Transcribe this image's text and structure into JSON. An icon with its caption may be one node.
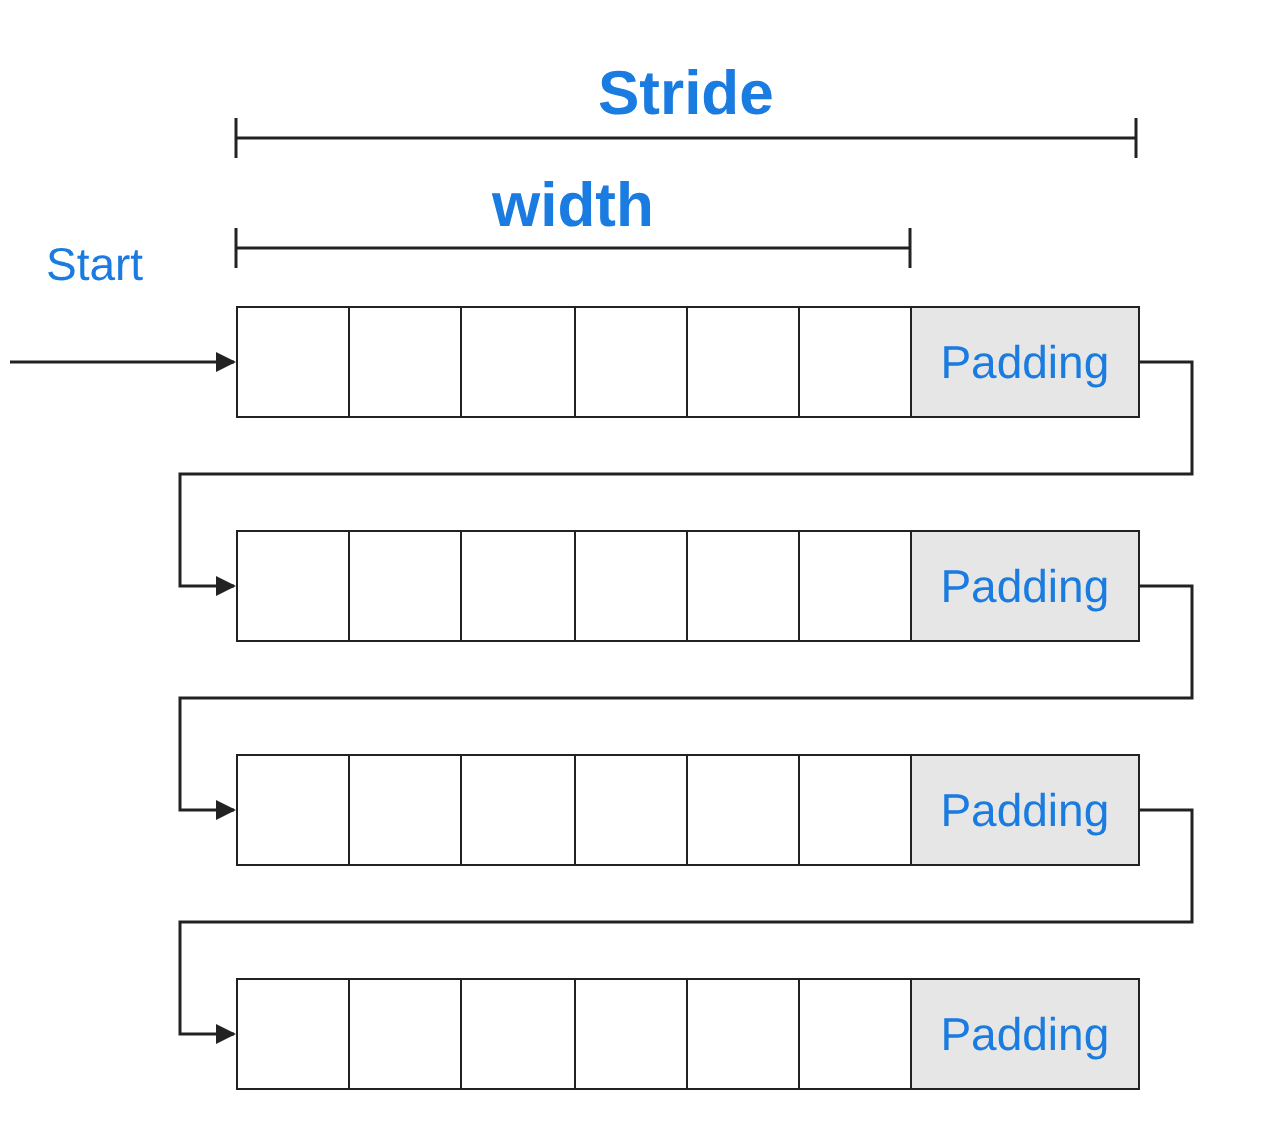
{
  "diagram": {
    "nodes": [
      {
        "text": [],
        "shape": "box"
      },
      {
        "text": [],
        "shape": "box"
      },
      {
        "text": [],
        "shape": "box"
      },
      {
        "text": [],
        "shape": "box"
      },
      {
        "text": [],
        "shape": "box"
      },
      {
        "text": [],
        "shape": "box"
      },
      {
        "text": [
          "Padding"
        ]
      },
      {
        "text": [],
        "shape": "box"
      },
      {
        "text": [],
        "shape": "box"
      },
      {
        "text": [],
        "shape": "box"
      },
      {
        "text": [],
        "shape": "box"
      },
      {
        "text": [],
        "shape": "box"
      },
      {
        "text": [],
        "shape": "box"
      },
      {
        "text": [
          "Padding"
        ]
      },
      {
        "text": [],
        "shape": "box"
      },
      {
        "text": [],
        "shape": "box"
      },
      {
        "text": [],
        "shape": "box"
      },
      {
        "text": [],
        "shape": "box"
      },
      {
        "text": [],
        "shape": "box"
      },
      {
        "text": [],
        "shape": "box"
      },
      {
        "text": [
          "Padding"
        ]
      },
      {
        "text": [],
        "shape": "box"
      },
      {
        "text": [],
        "shape": "box"
      },
      {
        "text": [],
        "shape": "box"
      },
      {
        "text": [],
        "shape": "box"
      },
      {
        "text": [],
        "shape": "box"
      },
      {
        "text": [],
        "shape": "box"
      },
      {
        "text": [
          "Padding"
        ]
      }
    ],
    "edges": [
      {
        "from": null,
        "to": 0,
        "arrow": "to",
        "label": "Start"
      },
      {
        "from": 6,
        "to": 7,
        "arrow": "to"
      },
      {
        "from": 13,
        "to": 14,
        "arrow": "to"
      },
      {
        "from": 20,
        "to": 21,
        "arrow": "to"
      }
    ],
    "labels": [
      "Stride",
      "width"
    ]
  }
}
